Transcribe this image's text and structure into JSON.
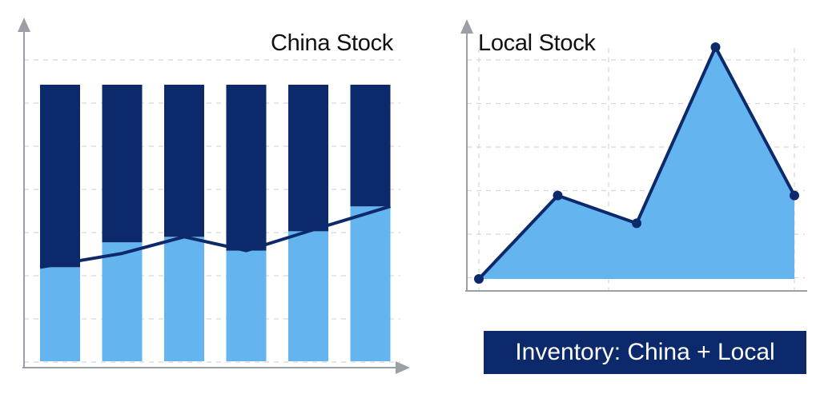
{
  "caption": "Inventory: China + Local",
  "colors": {
    "dark": "#0c2a6b",
    "light": "#63b4ef",
    "axis": "#9aa0a6",
    "grid": "#d5d7da"
  },
  "chart_data": [
    {
      "type": "bar",
      "title": "China Stock",
      "stacked": true,
      "categories": [
        "",
        "",
        "",
        "",
        "",
        ""
      ],
      "ylim": [
        0,
        100
      ],
      "grid": true,
      "series": [
        {
          "values": [
            34,
            43,
            45,
            40,
            47,
            56
          ]
        },
        {
          "values": [
            66,
            57,
            55,
            60,
            53,
            44
          ]
        }
      ],
      "trend_line": [
        34,
        39,
        45,
        40,
        47,
        56
      ]
    },
    {
      "type": "area",
      "title": "Local Stock",
      "x": [
        0,
        1,
        2,
        3,
        4
      ],
      "y": [
        0,
        36,
        24,
        100,
        36
      ],
      "ylim": [
        0,
        100
      ],
      "grid": true
    }
  ]
}
